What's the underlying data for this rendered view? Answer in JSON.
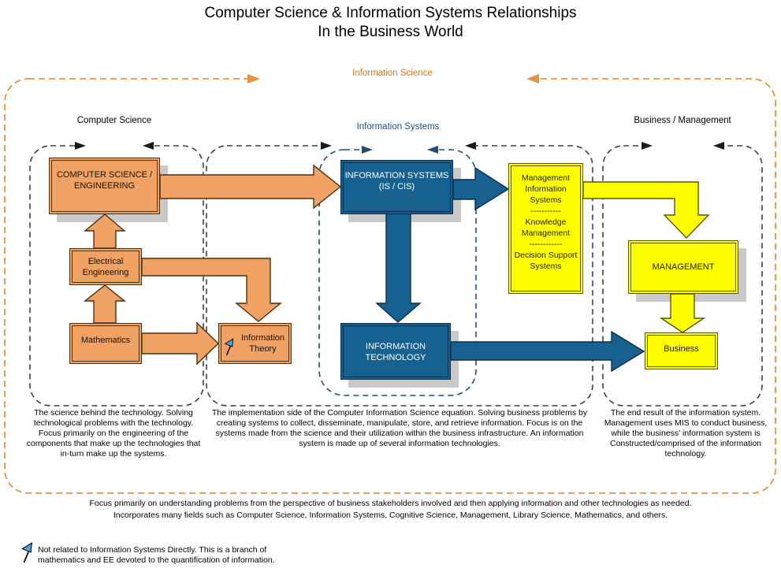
{
  "title": {
    "line1": "Computer Science & Information Systems Relationships",
    "line2": "In the Business World"
  },
  "outer_group": {
    "label": "Information Science"
  },
  "groups": {
    "computer_science": {
      "label": "Computer Science",
      "description": "The science behind the technology. Solving technological problems with the technology. Focus primarily on the engineering of the components that make up the technologies that in-turn make up the systems."
    },
    "information_systems": {
      "label": "Information Systems",
      "description": "The implementation side of the Computer Information Science equation. Solving business problems by creating systems to collect, disseminate, manipulate, store, and retrieve information. Focus is on the systems made from the science and their utilization within the business infrastructure. An information system is made up of several information technologies."
    },
    "business_management": {
      "label": "Business / Management",
      "description": "The end result of the information system. Management uses MIS to conduct business, while the business' information system is Constructed/comprised of the information technology."
    }
  },
  "boxes": {
    "cse": {
      "label": "COMPUTER SCIENCE / ENGINEERING"
    },
    "electrical_engineering": {
      "label": "Electrical Engineering"
    },
    "mathematics": {
      "label": "Mathematics"
    },
    "information_theory": {
      "label": "Information Theory"
    },
    "information_systems": {
      "label": "INFORMATION SYSTEMS (IS / CIS)"
    },
    "information_technology": {
      "label": "INFORMATION TECHNOLOGY"
    },
    "mis": {
      "lines": [
        "Management",
        "Information",
        "Systems",
        "-----------",
        "Knowledge",
        "Management",
        "------------",
        "Decision Support",
        "Systems"
      ]
    },
    "management": {
      "label": "MANAGEMENT"
    },
    "business": {
      "label": "Business"
    }
  },
  "footer": {
    "focus_line1": "Focus primarily on understanding problems from the perspective of business stakeholders involved and then applying information and other technologies as needed.",
    "focus_line2": "Incorporates many fields such as Computer Science, Information Systems, Cognitive Science, Management, Library Science, Mathematics, and others.",
    "footnote": "Not related to Information Systems Directly. This is a branch of mathematics and EE devoted to the quantification of information."
  },
  "icons": {
    "flag": "flag-icon"
  },
  "colors": {
    "orange_fill": "#F0A164",
    "orange_dash": "#E8923E",
    "orange_label": "#E0781E",
    "blue_fill": "#16618F",
    "blue_dash": "#1F4E79",
    "yellow_fill": "#FFFF00",
    "shadow_gray": "#C9C9C9",
    "black_dash": "#3F3F3F",
    "flag_blue": "#4DA3E8"
  }
}
